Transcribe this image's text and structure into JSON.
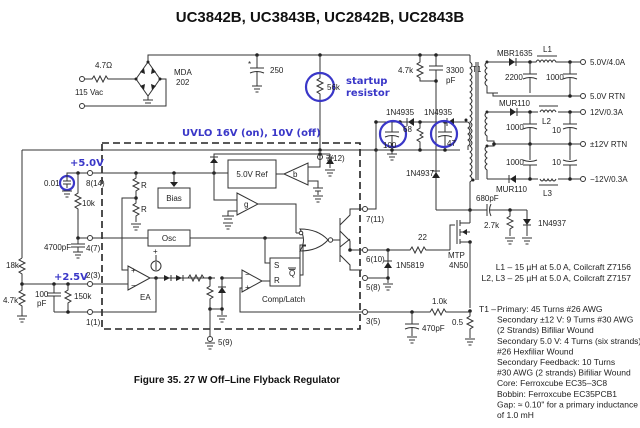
{
  "header": {
    "title": "UC3842B, UC3843B, UC2842B, UC2843B"
  },
  "caption": "Figure 35. 27 W Off–Line Flyback Regulator",
  "annotations": {
    "startup_line1": "startup",
    "startup_line2": "resistor",
    "uvlo": "UVLO 16V (on), 10V (off)",
    "vref": "+5.0V",
    "vfb": "+2.5V",
    "highlight_color": "#3a37c8"
  },
  "input": {
    "source": "115 Vac",
    "fuse_res": "4.7Ω",
    "bridge_l1": "MDA",
    "bridge_l2": "202",
    "bulk_cap": "250"
  },
  "startup": {
    "resistor": "56k"
  },
  "snubber": {
    "res": "4.7k",
    "cap_l1": "3300",
    "cap_l2": "pF"
  },
  "aux": {
    "diode1": "1N4935",
    "diode2": "1N4935",
    "res": "68",
    "cap1": "100",
    "cap2": "47",
    "diode3": "1N4937"
  },
  "transformer": {
    "label": "T1"
  },
  "outputs": [
    {
      "diode": "MBR1635",
      "inductor": "L1",
      "cap1": "2200",
      "cap2": "1000",
      "label": "5.0V/4.0A",
      "rtn": "5.0V RTN"
    },
    {
      "diode": "MUR110",
      "inductor": "L2",
      "cap1": "1000",
      "cap2": "10",
      "label": "12V/0.3A",
      "rtn": "±12V RTN"
    },
    {
      "diode": "MUR110",
      "inductor": "L3",
      "cap1": "1000",
      "cap2": "10",
      "label": "−12V/0.3A"
    }
  ],
  "ic": {
    "pins": {
      "vcc": "7(12)",
      "vref": "8(14)",
      "rtct": "4(7)",
      "fb": "2(3)",
      "comp": "1(1)",
      "vc": "7(11)",
      "out": "6(10)",
      "pgnd": "5(8)",
      "cs": "3(5)",
      "gnd": "5(9)"
    },
    "blocks": {
      "ref": "5.0V Ref",
      "bias": "Bias",
      "osc": "Osc",
      "ea": "EA",
      "latch_s": "S",
      "latch_r": "R",
      "latch_q": "Q",
      "latch": "Comp/Latch",
      "r1": "R",
      "r2": "R"
    }
  },
  "external": {
    "vref_cap": "0.01",
    "rt": "10k",
    "ct": "4700pF",
    "r_upper": "18k",
    "r_lower": "4.7k",
    "comp_cap_l1": "100",
    "comp_cap_l2": "pF",
    "comp_res": "150k",
    "gate_res": "22",
    "clamp_diode": "1N5819",
    "mosfet_l1": "MTP",
    "mosfet_l2": "4N50",
    "drain_cap": "680pF",
    "drain_res": "2.7k",
    "drain_diode": "1N4937",
    "cs_res": "1.0k",
    "cs_cap": "470pF",
    "sense_res": "0.5"
  },
  "notes": {
    "l1": "L1  – 15 µH at 5.0 A, Coilcraft Z7156",
    "l23": "L2, L3  – 25 µH at 5.0 A, Coilcraft Z7157",
    "t1_prefix": "T1 –",
    "t1": [
      "Primary: 45 Turns #26 AWG",
      "Secondary ±12 V: 9 Turns #30 AWG",
      "(2 Strands) Bifiliar Wound",
      "Secondary 5.0 V: 4 Turns (six strands)",
      "#26 Hexfiliar Wound",
      "Secondary Feedback: 10 Turns",
      "#30 AWG (2 strands) Bifiliar Wound",
      "Core: Ferroxcube EC35–3C8",
      "Bobbin: Ferroxcube EC35PCB1",
      "Gap: ≈ 0.10\" for a primary inductance",
      "of 1.0 mH"
    ]
  }
}
